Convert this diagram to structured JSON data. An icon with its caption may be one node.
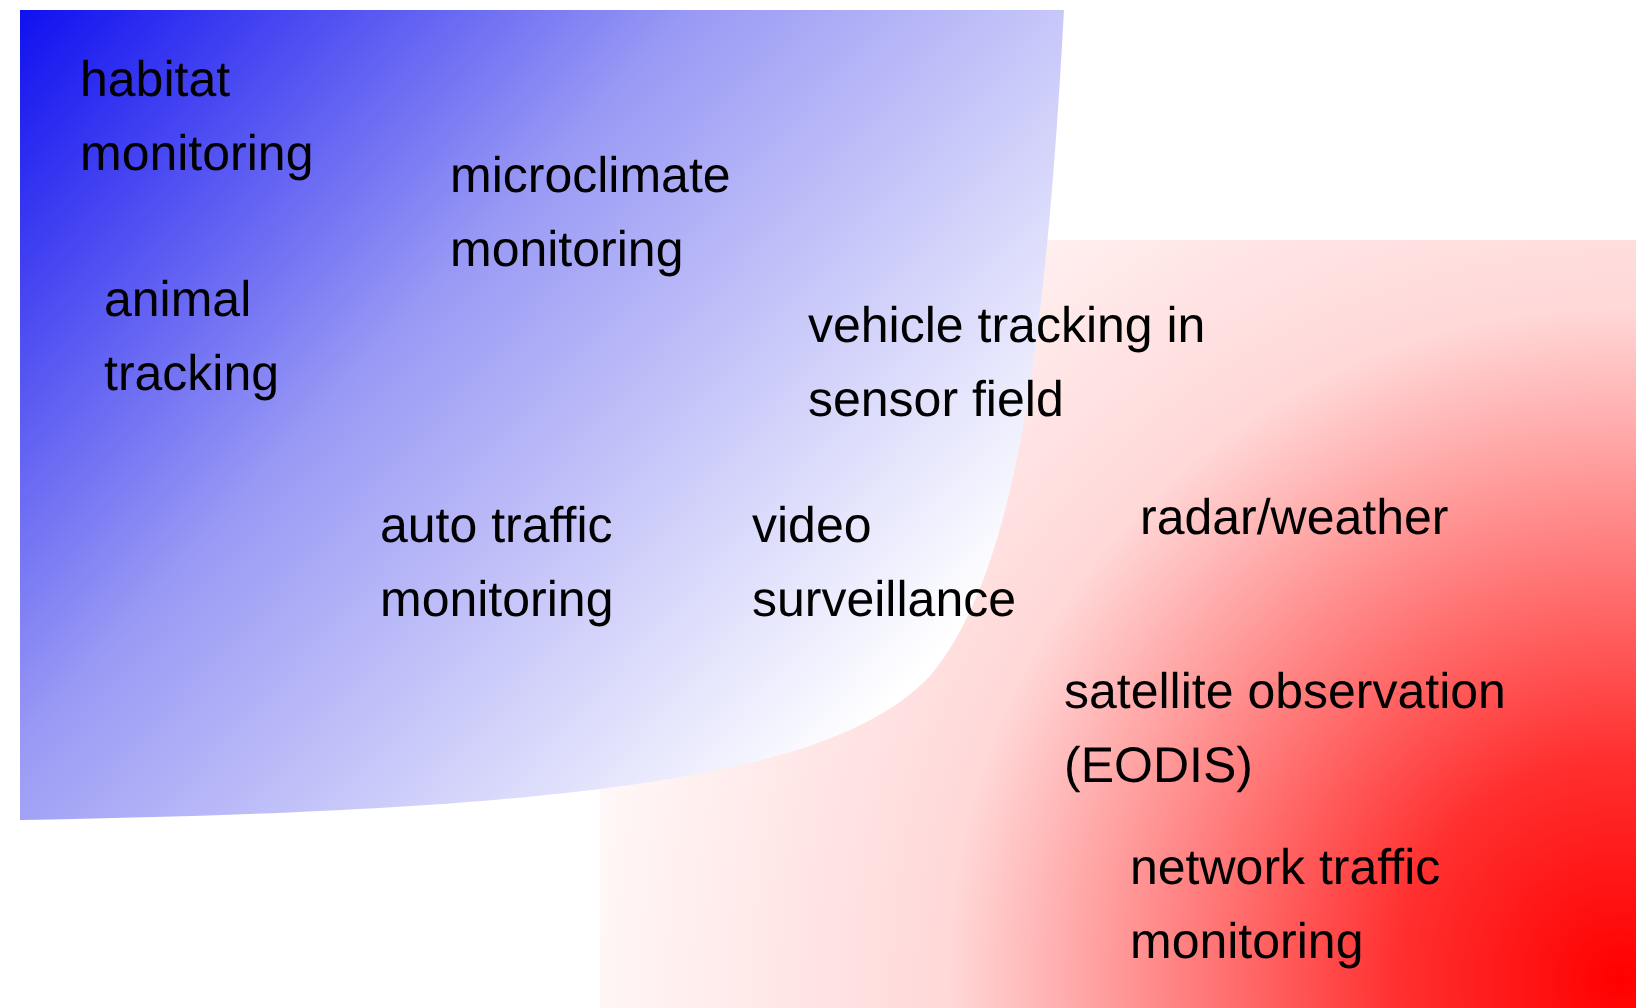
{
  "diagram": {
    "labels": [
      "habitat monitoring",
      "microclimate monitoring",
      "animal tracking",
      "vehicle tracking in sensor field",
      "auto traffic monitoring",
      "video surveillance",
      "radar/weather",
      "satellite observation (EODIS)",
      "network traffic monitoring"
    ]
  }
}
